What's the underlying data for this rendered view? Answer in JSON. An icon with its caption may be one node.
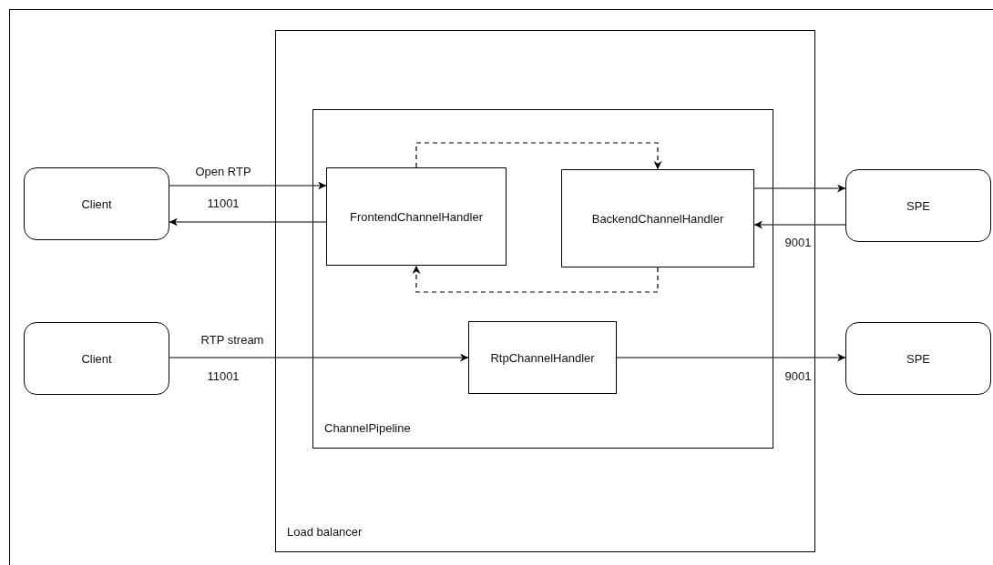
{
  "diagram": {
    "nodes": [
      {
        "text": [
          "Client"
        ]
      },
      {
        "text": [
          "Load balancer"
        ]
      },
      {
        "text": [
          "ChannelPipeline"
        ],
        "in": 1
      },
      {
        "text": [
          "FrontendChannelHandler"
        ],
        "in": 2
      },
      {
        "text": [
          "BackendChannelHandler"
        ],
        "in": 2
      },
      {
        "text": [
          "SPE"
        ]
      },
      {
        "text": [
          "Client"
        ]
      },
      {
        "text": [
          "RtpChannelHandler"
        ],
        "in": 2
      },
      {
        "text": [
          "SPE"
        ]
      }
    ],
    "edges": [
      {
        "from": 0,
        "to": 3,
        "arrow": "to",
        "label": "Open RTP"
      },
      {
        "from": 3,
        "to": 0,
        "arrow": "to"
      },
      {
        "from": 3,
        "to": 4,
        "arrow": "to",
        "style": "dashed"
      },
      {
        "from": 4,
        "to": 3,
        "arrow": "to",
        "style": "dashed"
      },
      {
        "from": 4,
        "to": 5,
        "arrow": "to"
      },
      {
        "from": 5,
        "to": 4,
        "arrow": "to"
      },
      {
        "from": 6,
        "to": 7,
        "arrow": "to",
        "label": "RTP stream"
      },
      {
        "from": 7,
        "to": 8,
        "arrow": "to"
      }
    ],
    "labels": [
      "11001",
      "9001",
      "11001",
      "9001"
    ]
  }
}
